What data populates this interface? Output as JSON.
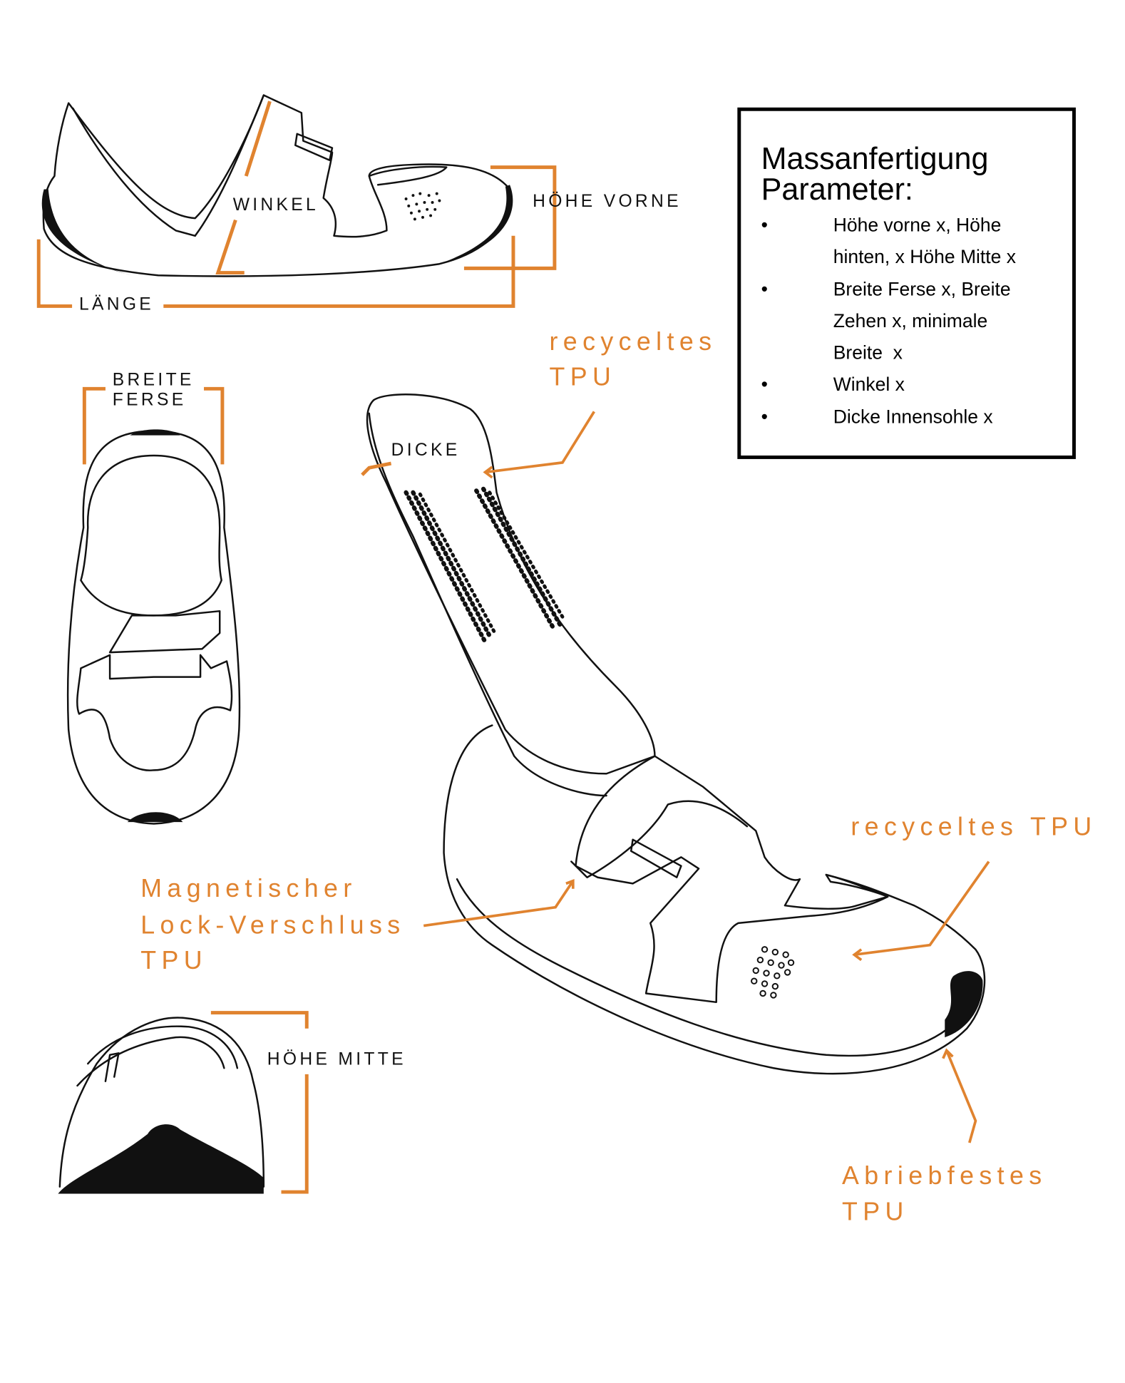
{
  "colors": {
    "accent": "#E0832F",
    "ink": "#111111"
  },
  "side_view": {
    "angle_label": "WINKEL",
    "front_height_label": "HÖHE VORNE",
    "length_label": "LÄNGE"
  },
  "top_view": {
    "label_line1": "BREITE",
    "label_line2": "FERSE"
  },
  "front_view": {
    "label": "HÖHE MITTE"
  },
  "insole": {
    "thickness_label": "DICKE",
    "material_line1": "recyceltes",
    "material_line2": "TPU"
  },
  "callouts": {
    "upper_material": "recyceltes TPU",
    "closure_line1": "Magnetischer",
    "closure_line2": "Lock-Verschluss",
    "closure_line3": "TPU",
    "sole_line1": "Abriebfestes",
    "sole_line2": "TPU"
  },
  "parameters_box": {
    "title_line1": "Massanfertigung",
    "title_line2": "Parameter:",
    "bullet": "•",
    "lines": [
      "Höhe vorne x, Höhe",
      "hinten, x Höhe Mitte x",
      "Breite Ferse x, Breite",
      "Zehen x, minimale",
      "Breite  x",
      "Winkel x",
      "Dicke Innensohle x"
    ]
  }
}
